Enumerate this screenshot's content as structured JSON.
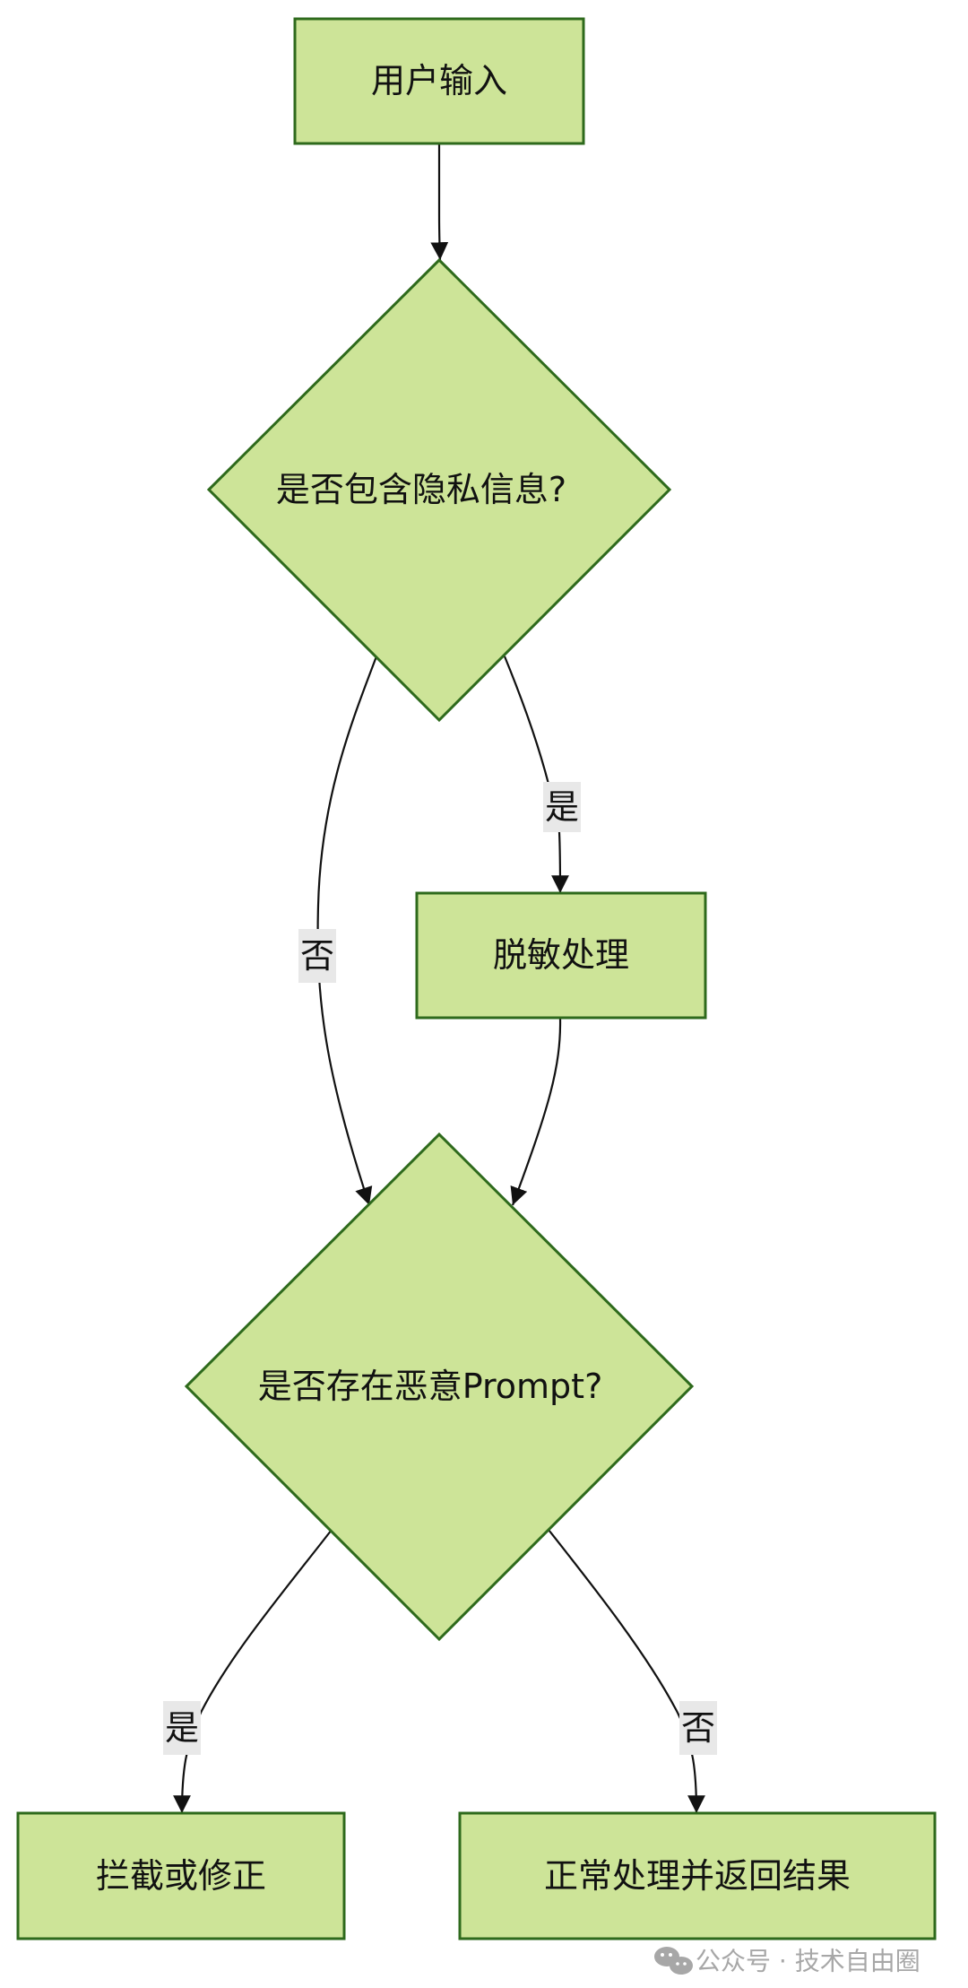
{
  "nodes": {
    "user_input": "用户输入",
    "contains_private_info": "是否包含隐私信息?",
    "desensitize": "脱敏处理",
    "malicious_prompt": "是否存在恶意Prompt?",
    "block_or_correct": "拦截或修正",
    "normal_process_return": "正常处理并返回结果"
  },
  "edges": {
    "privacy_yes": "是",
    "privacy_no": "否",
    "malicious_yes": "是",
    "malicious_no": "否"
  },
  "watermark": {
    "text": "公众号 · 技术自由圈",
    "icon": "wechat-icon"
  },
  "colors": {
    "node_fill": "#cde498",
    "node_stroke": "#2e6a1c",
    "edge": "#111111",
    "label_bg": "#e8e8e8",
    "watermark": "#a7a7a7"
  }
}
